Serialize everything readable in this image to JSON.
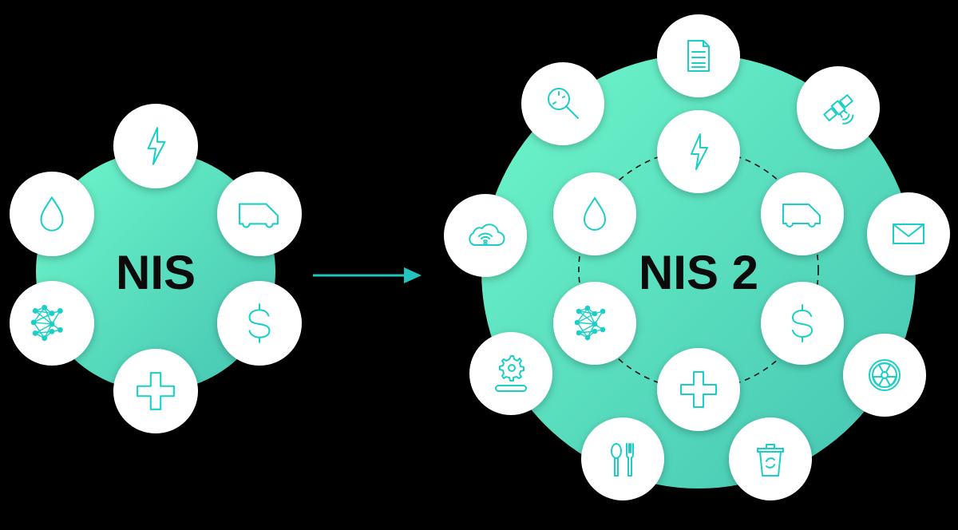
{
  "left_diagram": {
    "label": "NIS",
    "sectors": [
      "bolt-icon",
      "truck-icon",
      "dollar-icon",
      "cross-icon",
      "network-icon",
      "drop-icon"
    ]
  },
  "arrow": {
    "direction": "right"
  },
  "right_diagram": {
    "label": "NIS 2",
    "core_sectors": [
      "bolt-icon",
      "truck-icon",
      "dollar-icon",
      "cross-icon",
      "network-icon",
      "drop-icon"
    ],
    "added_sectors": [
      "document-icon",
      "satellite-icon",
      "mail-icon",
      "radiation-icon",
      "trash-icon",
      "cutlery-icon",
      "gear-platform-icon",
      "cloud-wifi-icon",
      "magnifier-icon"
    ]
  },
  "colors": {
    "background": "#000000",
    "circle_light": "#6ef5c8",
    "circle_dark": "#45c8b4",
    "icon": "#1ccfc6",
    "arrow": "#22c4bd"
  }
}
